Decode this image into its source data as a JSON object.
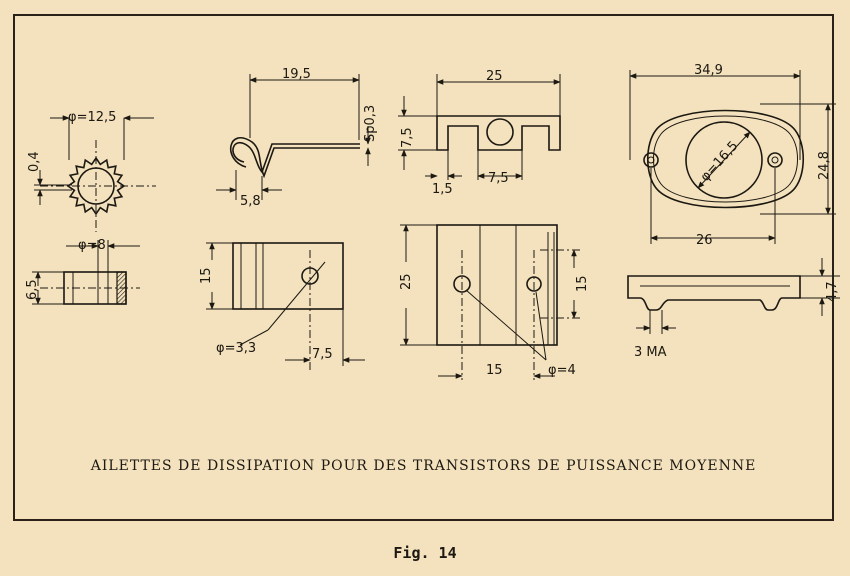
{
  "caption": "AILETTES DE DISSIPATION POUR DES TRANSISTORS DE PUISSANCE MOYENNE",
  "figure_label": "Fig. 14",
  "dimensions": {
    "star_dia": "φ=12,5",
    "star_thick": "0,4",
    "ring_dia": "φ=8",
    "ring_h": "6,5",
    "clip_w": "19,5",
    "clip_sp": "Sp0,3",
    "clip_loop": "5,8",
    "plate_h": "15",
    "plate_hole": "φ=3,3",
    "plate_off": "7,5",
    "u_w": "25",
    "u_h": "7,5",
    "u_lip": "1,5",
    "u_mid": "7,5",
    "block_h": "25",
    "block_side": "15",
    "block_bottom": "15",
    "block_holes": "φ=4",
    "flange_w": "34,9",
    "flange_h": "24,8",
    "flange_dia": "φ=16,5",
    "flange_bolt": "26",
    "flange_side_h": "4,7",
    "flange_screw": "3 MA"
  }
}
